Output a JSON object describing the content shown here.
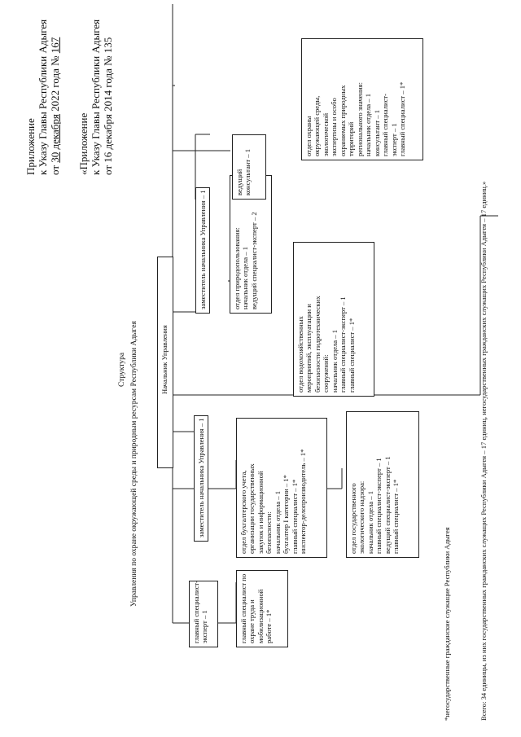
{
  "header": {
    "annex_title": "Приложение",
    "annex_decree": "к Указу Главы Республики Адыгея",
    "annex_date_prefix": "от",
    "annex_day": "30",
    "annex_month": "декабря",
    "annex_year_text": "2022 года №",
    "annex_number": "167",
    "prev_title": "«Приложение",
    "prev_decree": "к Указу Главы Республики Адыгея",
    "prev_date": "от 16 декабря 2014 года № 135"
  },
  "structure": {
    "title": "Структура",
    "subtitle": "Управления по охране окружающей среды и природным ресурсам Республики Адыгея"
  },
  "org_chart": {
    "head": "Начальник Управления",
    "deputy_left": "заместитель начальника Управления – 1",
    "deputy_right": "заместитель начальника Управления – 1",
    "chief_specialist": [
      "главный специалист-",
      "эксперт – 1"
    ],
    "labor_specialist": [
      "главный специалист по",
      "охране    труда    и",
      "мобилизационной",
      "работе – 1*"
    ],
    "accounting_dept": [
      "отдел бухгалтерского учета,",
      "организации государственных",
      "закупок и информационной",
      "безопасности:",
      "начальник отдела – 1",
      "бухгалтер I категории – 1*",
      "главный специалист – 1*",
      "инспектор-делопроизводитель – 1*"
    ],
    "supervision_dept": [
      "отдел государственного",
      "экологического надзора:",
      "начальник отдела – 1",
      "главный специалист-эксперт – 1",
      "ведущий специалист-эксперт – 1",
      "главный специалист – 1*"
    ],
    "nature_use_dept": [
      "отдел природопользования:",
      "начальник отдела – 1",
      "ведущий специалист-эксперт – 2"
    ],
    "water_dept": [
      "отдел водохозяйственных",
      "мероприятий, эксплуатации и",
      "безопасности гидротехнических",
      "сооружений:",
      "начальник отдела – 1",
      "главный специалист-эксперт – 1",
      "главный специалист – 1*"
    ],
    "lead_consultant": [
      "ведущий",
      "консультант – 1"
    ],
    "environment_dept": [
      "отдел охраны",
      "окружающей среды,",
      "экологической",
      "экспертизы и особо",
      "охраняемых природных",
      "территорий",
      "регионального значения:",
      "начальник отдела – 1",
      "консультант – 1",
      "главный специалист-",
      "эксперт – 1",
      "главный специалист – 1*"
    ]
  },
  "footnote": "*негосударственные гражданские служащие Республики Адыгея",
  "total": "Всего: 34 единицы, из них государственных гражданских служащих Республики Адыгея – 17 единиц, негосударственных гражданских служащих Республики Адыгея – 17 единиц.»"
}
